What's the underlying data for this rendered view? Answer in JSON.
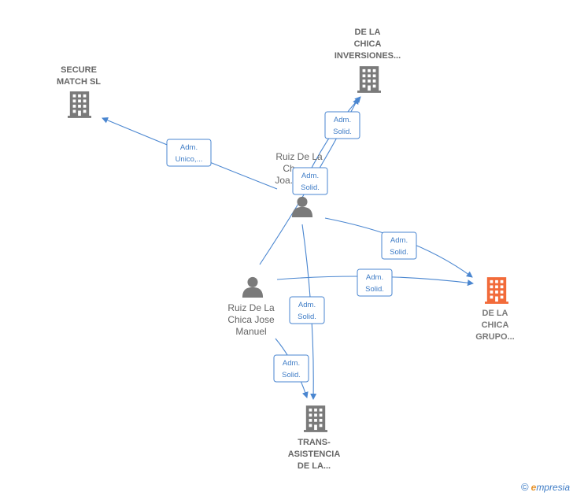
{
  "colors": {
    "edge": "#4a86d0",
    "building": "#7a7a7a",
    "building_main": "#f26b3a",
    "person": "#7a7a7a",
    "label": "#666666"
  },
  "nodes": {
    "secure_match": {
      "type": "company",
      "icon": "building-icon",
      "lines": [
        "SECURE",
        "MATCH  SL"
      ]
    },
    "inversiones": {
      "type": "company",
      "icon": "building-icon",
      "lines": [
        "DE LA",
        "CHICA",
        "INVERSIONES..."
      ]
    },
    "grupo": {
      "type": "company",
      "icon": "building-icon",
      "highlight": true,
      "lines": [
        "DE LA",
        "CHICA",
        "GRUPO..."
      ]
    },
    "trans_asistencia": {
      "type": "company",
      "icon": "building-icon",
      "lines": [
        "TRANS-",
        "ASISTENCIA",
        "DE LA..."
      ]
    },
    "person_joa": {
      "type": "person",
      "icon": "person-icon",
      "lines": [
        "Ruiz De La",
        "Ch...",
        "Joa..."
      ]
    },
    "person_jose": {
      "type": "person",
      "icon": "person-icon",
      "lines": [
        "Ruiz De La",
        "Chica Jose",
        "Manuel"
      ]
    }
  },
  "edges": [
    {
      "id": "e1",
      "lines": [
        "Adm.",
        "Unico,..."
      ]
    },
    {
      "id": "e2",
      "lines": [
        "Adm.",
        "Solid."
      ]
    },
    {
      "id": "e3",
      "lines": [
        "Adm.",
        "Solid."
      ]
    },
    {
      "id": "e4",
      "lines": [
        "Adm.",
        "Solid."
      ]
    },
    {
      "id": "e5",
      "lines": [
        "Adm.",
        "Solid."
      ]
    },
    {
      "id": "e6",
      "lines": [
        "Adm.",
        "Solid."
      ]
    },
    {
      "id": "e7",
      "lines": [
        "Adm.",
        "Solid."
      ]
    }
  ],
  "footer": {
    "copyright": "©",
    "brand_first": "e",
    "brand_rest": "mpresia"
  }
}
